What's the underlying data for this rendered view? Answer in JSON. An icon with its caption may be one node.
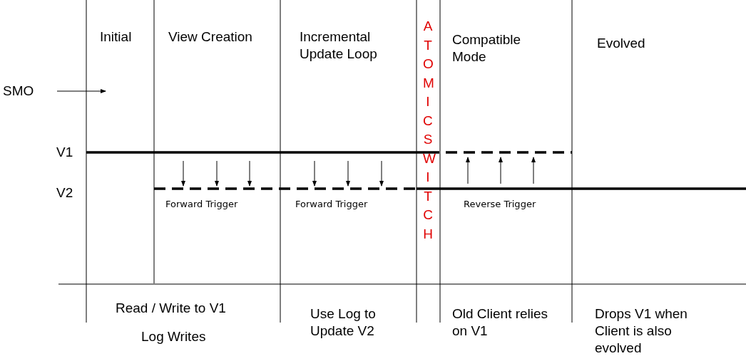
{
  "diagram": {
    "labels": [
      "Initial",
      "View Creation",
      "Incremental Update Loop",
      "ATOMIC SWITCH",
      "SMO",
      "Compatible Mode",
      "Evolved",
      "V1",
      "V2",
      "Forward Trigger",
      "Forward Trigger",
      "Reverse Trigger",
      "Read / Write to V1",
      "Use Log to Update V2",
      "Old Client relies on V1",
      "Drops V1 when Client is also evolved",
      "Log Writes"
    ]
  }
}
